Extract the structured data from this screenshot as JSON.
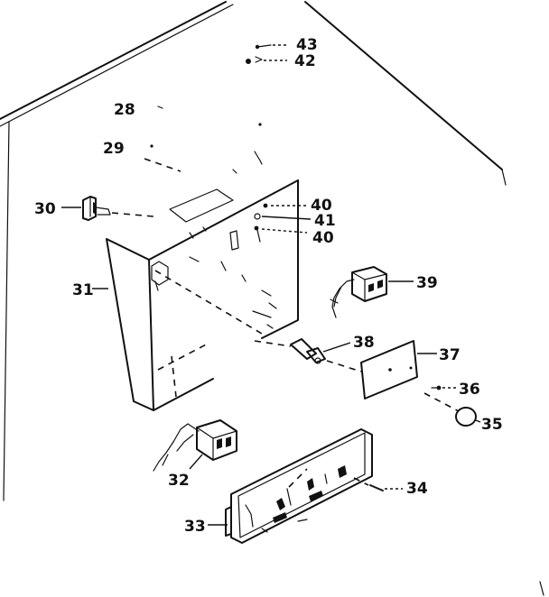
{
  "labels": {
    "p43": "43",
    "p42": "42",
    "p28": "28",
    "p29": "29",
    "p30": "30",
    "p40a": "40",
    "p41": "41",
    "p40b": "40",
    "p31": "31",
    "p39": "39",
    "p38": "38",
    "p37": "37",
    "p36": "36",
    "p35": "35",
    "p32": "32",
    "p34": "34",
    "p33": "33"
  }
}
